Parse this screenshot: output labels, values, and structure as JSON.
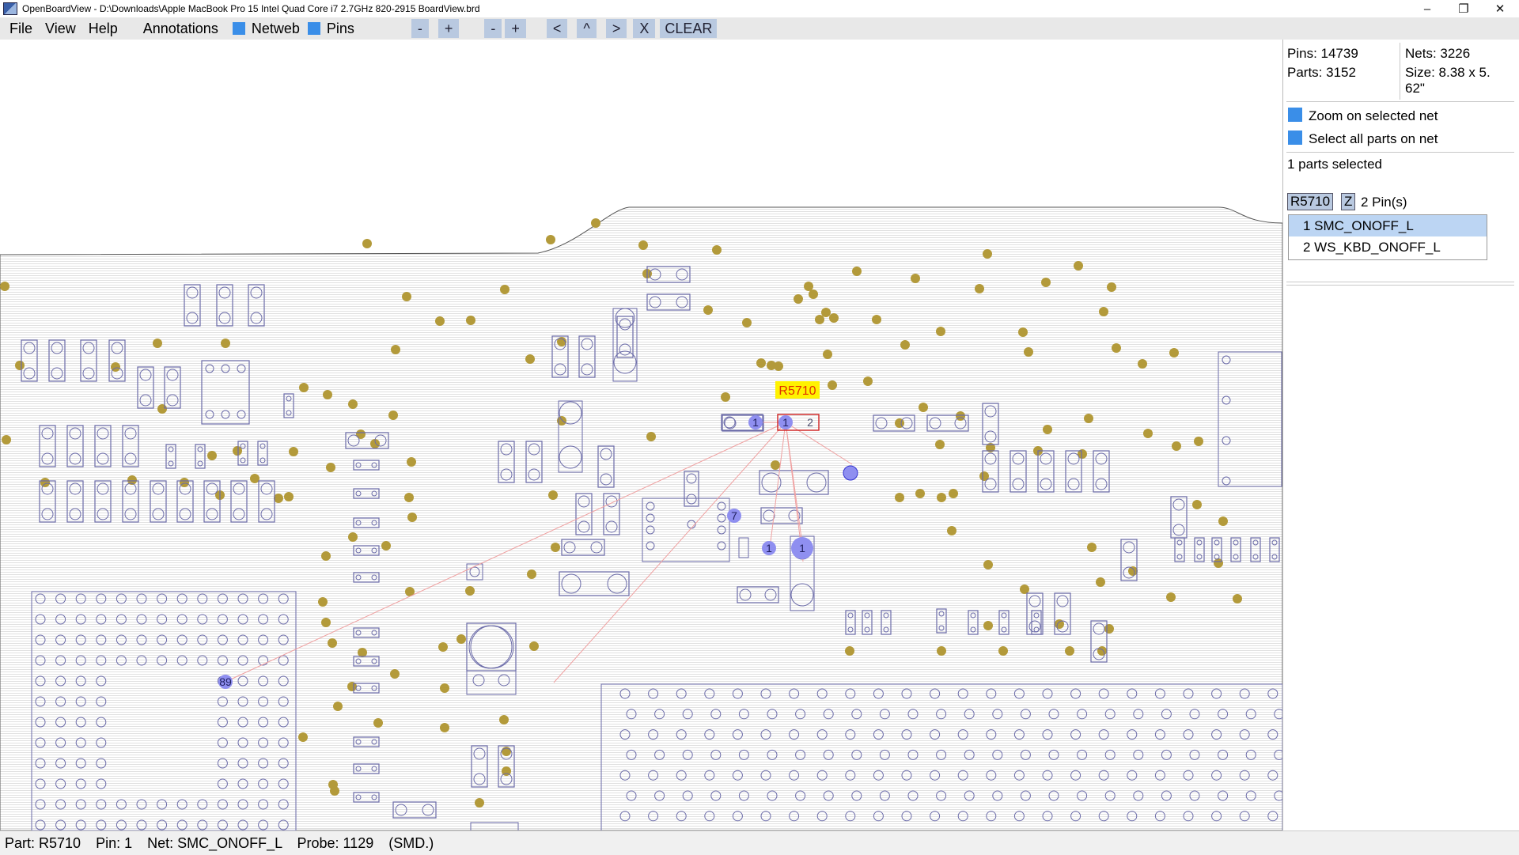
{
  "window": {
    "title": "OpenBoardView - D:\\Downloads\\Apple MacBook Pro 15 Intel Quad Core i7 2.7GHz 820-2915 BoardView.brd",
    "minimize": "–",
    "restore": "❐",
    "close": "✕"
  },
  "menu": {
    "file": "File",
    "view": "View",
    "help": "Help",
    "annotations": "Annotations",
    "netweb": "Netweb",
    "pins": "Pins",
    "zoom_out_1": "-",
    "zoom_in_1": "+",
    "zoom_out_2": "-",
    "zoom_in_2": "+",
    "prev": "<",
    "up": "^",
    "next": ">",
    "x": "X",
    "clear": "CLEAR"
  },
  "panel": {
    "pins": "Pins: 14739",
    "parts": "Parts: 3152",
    "nets": "Nets: 3226",
    "size_line1": "Size: 8.38 x 5.",
    "size_line2": "62\"",
    "zoom_on_net": "Zoom on selected net",
    "select_all_parts": "Select all parts on net",
    "parts_selected": "1 parts selected",
    "part_name": "R5710",
    "z_button": "Z",
    "pin_count": "2 Pin(s)",
    "nets_list": [
      {
        "label": "1  SMC_ONOFF_L"
      },
      {
        "label": "2  WS_KBD_ONOFF_L"
      }
    ]
  },
  "board": {
    "selected_part_label": "R5710",
    "pin_labels": {
      "p1a": "1",
      "p1b": "1",
      "p2": "2",
      "p7": "7",
      "p1c": "1",
      "p1d": "1",
      "p89": "89"
    },
    "colors": {
      "outline": "#6a6aa8",
      "via": "#b39a3a",
      "highlight_pin": "#8f8ff0",
      "net_line": "#f0a0a0",
      "label_bg": "#fff200",
      "label_text": "#e03000"
    }
  },
  "status": {
    "part": "Part: R5710",
    "pin": "Pin: 1",
    "net": "Net: SMC_ONOFF_L",
    "probe": "Probe: 1129",
    "type": "(SMD.)"
  }
}
